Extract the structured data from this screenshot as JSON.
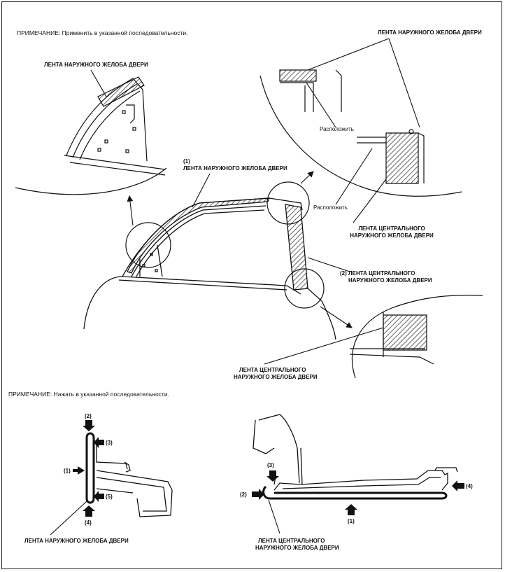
{
  "top_note": "ПРИМЕЧАНИЕ: Применить в указанной последовательности.",
  "bottom_note": "ПРИМЕЧАНИЕ: Нажать в указанной последовательности.",
  "top": {
    "detail_left_label": "ЛЕНТА НАРУЖНОГО ЖЕЛОБА ДВЕРИ",
    "detail_right_label": "ЛЕНТА НАРУЖНОГО ЖЕЛОБА ДВЕРИ",
    "position_1": "Расположить",
    "position_2": "Расположить",
    "center_tape_right": [
      "ЛЕНТА ЦЕНТРАЛЬНОГО",
      "НАРУЖНОГО ЖЕЛОБА ДВЕРИ"
    ],
    "callout_1_num": "(1)",
    "callout_1_label": "ЛЕНТА НАРУЖНОГО ЖЕЛОБА ДВЕРИ",
    "callout_2_num": "(2)",
    "callout_2_label": [
      "ЛЕНТА ЦЕНТРАЛЬНОГО",
      "НАРУЖНОГО ЖЕЛОБА ДВЕРИ"
    ],
    "center_tape_bottom": [
      "ЛЕНТА ЦЕНТРАЛЬНОГО",
      "НАРУЖНОГО ЖЕЛОБА ДВЕРИ"
    ]
  },
  "bottom": {
    "left_steps": [
      "(1)",
      "(2)",
      "(3)",
      "(4)",
      "(5)"
    ],
    "left_label": "ЛЕНТА НАРУЖНОГО ЖЕЛОБА ДВЕРИ",
    "right_steps": [
      "(1)",
      "(2)",
      "(3)",
      "(4)"
    ],
    "right_label": [
      "ЛЕНТА ЦЕНТРАЛЬНОГО",
      "НАРУЖНОГО ЖЕЛОБА ДВЕРИ"
    ]
  }
}
